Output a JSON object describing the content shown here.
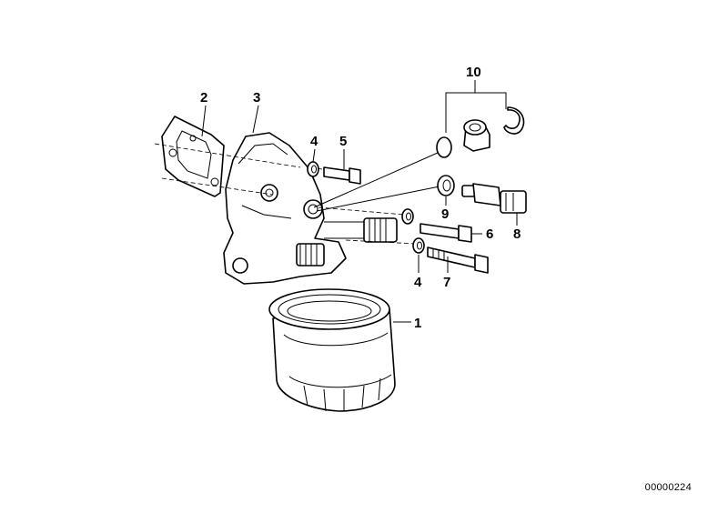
{
  "callouts": {
    "c1": "1",
    "c2": "2",
    "c3": "3",
    "c4a": "4",
    "c4b": "4",
    "c5": "5",
    "c6": "6",
    "c7": "7",
    "c8": "8",
    "c9": "9",
    "c10": "10"
  },
  "reference_number": "00000224"
}
